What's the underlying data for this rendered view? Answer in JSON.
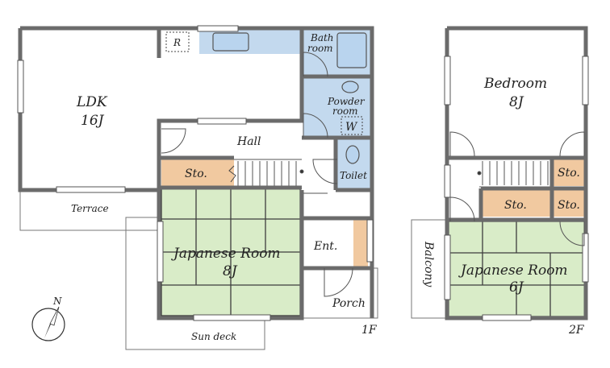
{
  "floor1": {
    "label": "1F",
    "rooms": {
      "ldk": "LDK",
      "ldk_size": "16J",
      "hall": "Hall",
      "storage": "Sto.",
      "bath": "Bath",
      "bath_2": "room",
      "powder": "Powder",
      "powder_2": "room",
      "washer": "W",
      "fridge": "R",
      "toilet": "Toilet",
      "japanese_room": "Japanese Room",
      "japanese_room_size": "8J",
      "entrance": "Ent.",
      "porch": "Porch",
      "terrace": "Terrace",
      "sun_deck": "Sun deck"
    }
  },
  "floor2": {
    "label": "2F",
    "rooms": {
      "bedroom": "Bedroom",
      "bedroom_size": "8J",
      "storage_1": "Sto.",
      "storage_2": "Sto.",
      "storage_3": "Sto.",
      "balcony": "Balcony",
      "japanese_room": "Japanese Room",
      "japanese_room_size": "6J"
    }
  },
  "compass": {
    "north": "N",
    "icon": "north-arrow-icon"
  },
  "colors": {
    "tatami": "#d9ecc8",
    "wet_area": "#c3d9ee",
    "storage": "#f1c9a0",
    "wall": "#6b6b6b"
  }
}
